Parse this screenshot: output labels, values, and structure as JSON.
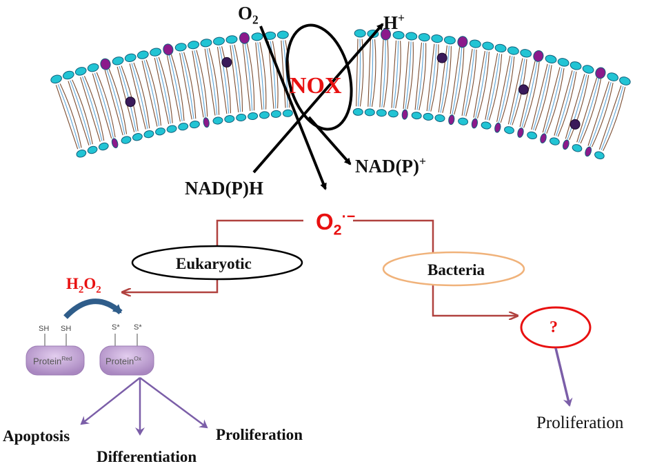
{
  "labels": {
    "o2": "O",
    "o2_sub": "2",
    "h_plus": "H",
    "h_plus_sup": "+",
    "nox": "NOX",
    "nadph": "NAD(P)H",
    "nadp_plus": "NAD(P)",
    "nadp_plus_sup": "+",
    "superoxide": "O",
    "superoxide_sub": "2",
    "superoxide_sup": "·−",
    "eukaryotic": "Eukaryotic",
    "bacteria": "Bacteria",
    "h2o2_h": "H",
    "h2o2_2a": "2",
    "h2o2_o": "O",
    "h2o2_2b": "2",
    "question": "?",
    "sh1": "SH",
    "sh2": "SH",
    "s1": "S*",
    "s2": "S*",
    "protein_red": "Protein",
    "protein_red_sup": "Red",
    "protein_ox": "Protein",
    "protein_ox_sup": "Ox",
    "apoptosis": "Apoptosis",
    "differentiation": "Differentiation",
    "proliferation_euk": "Proliferation",
    "proliferation_bac": "Proliferation"
  },
  "colors": {
    "lipid_head": "#22c4d4",
    "lipid_head_stroke": "#0e5f7a",
    "purple_head": "#8b1a8b",
    "pathway_red": "#b0413e",
    "purple_arrow": "#7b5ea8",
    "nox_red": "#e81010",
    "curve_arrow_blue": "#2f5d8a",
    "bacteria_ellipse": "#f0b27a",
    "question_red": "#e81010",
    "protein_fill": "#c6a8d8"
  }
}
